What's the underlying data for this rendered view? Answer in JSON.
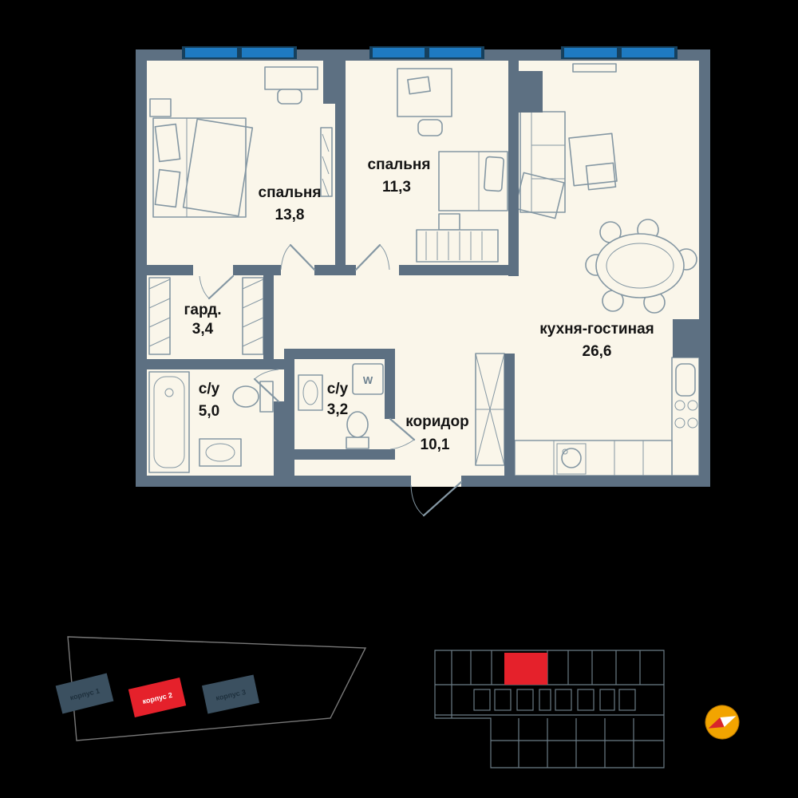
{
  "colors": {
    "wall": "#5d7082",
    "floor": "#faf6ea",
    "window": "#1e7ac1",
    "windowFrame": "#16405d",
    "furniture": "#8497a3",
    "accent": "#e5212b",
    "buildingDark": "#3b5060",
    "buildingText": "#1d2f3c",
    "siteOutline": "#787878",
    "plateLine": "#6b7c86",
    "label": "#141414",
    "compass": "#f2a400"
  },
  "plan": {
    "rooms": [
      {
        "name": "спальня",
        "area": "13,8"
      },
      {
        "name": "спальня",
        "area": "11,3"
      },
      {
        "name": "кухня-гостиная",
        "area": "26,6"
      },
      {
        "name": "гард.",
        "area": "3,4"
      },
      {
        "name": "с/у",
        "area": "5,0"
      },
      {
        "name": "с/у",
        "area": "3,2"
      },
      {
        "name": "коридор",
        "area": "10,1"
      }
    ],
    "washer_label": "W"
  },
  "site_plan": {
    "buildings": [
      {
        "label": "корпус 1",
        "highlighted": false
      },
      {
        "label": "корпус 2",
        "highlighted": true
      },
      {
        "label": "корпус 3",
        "highlighted": false
      }
    ]
  }
}
